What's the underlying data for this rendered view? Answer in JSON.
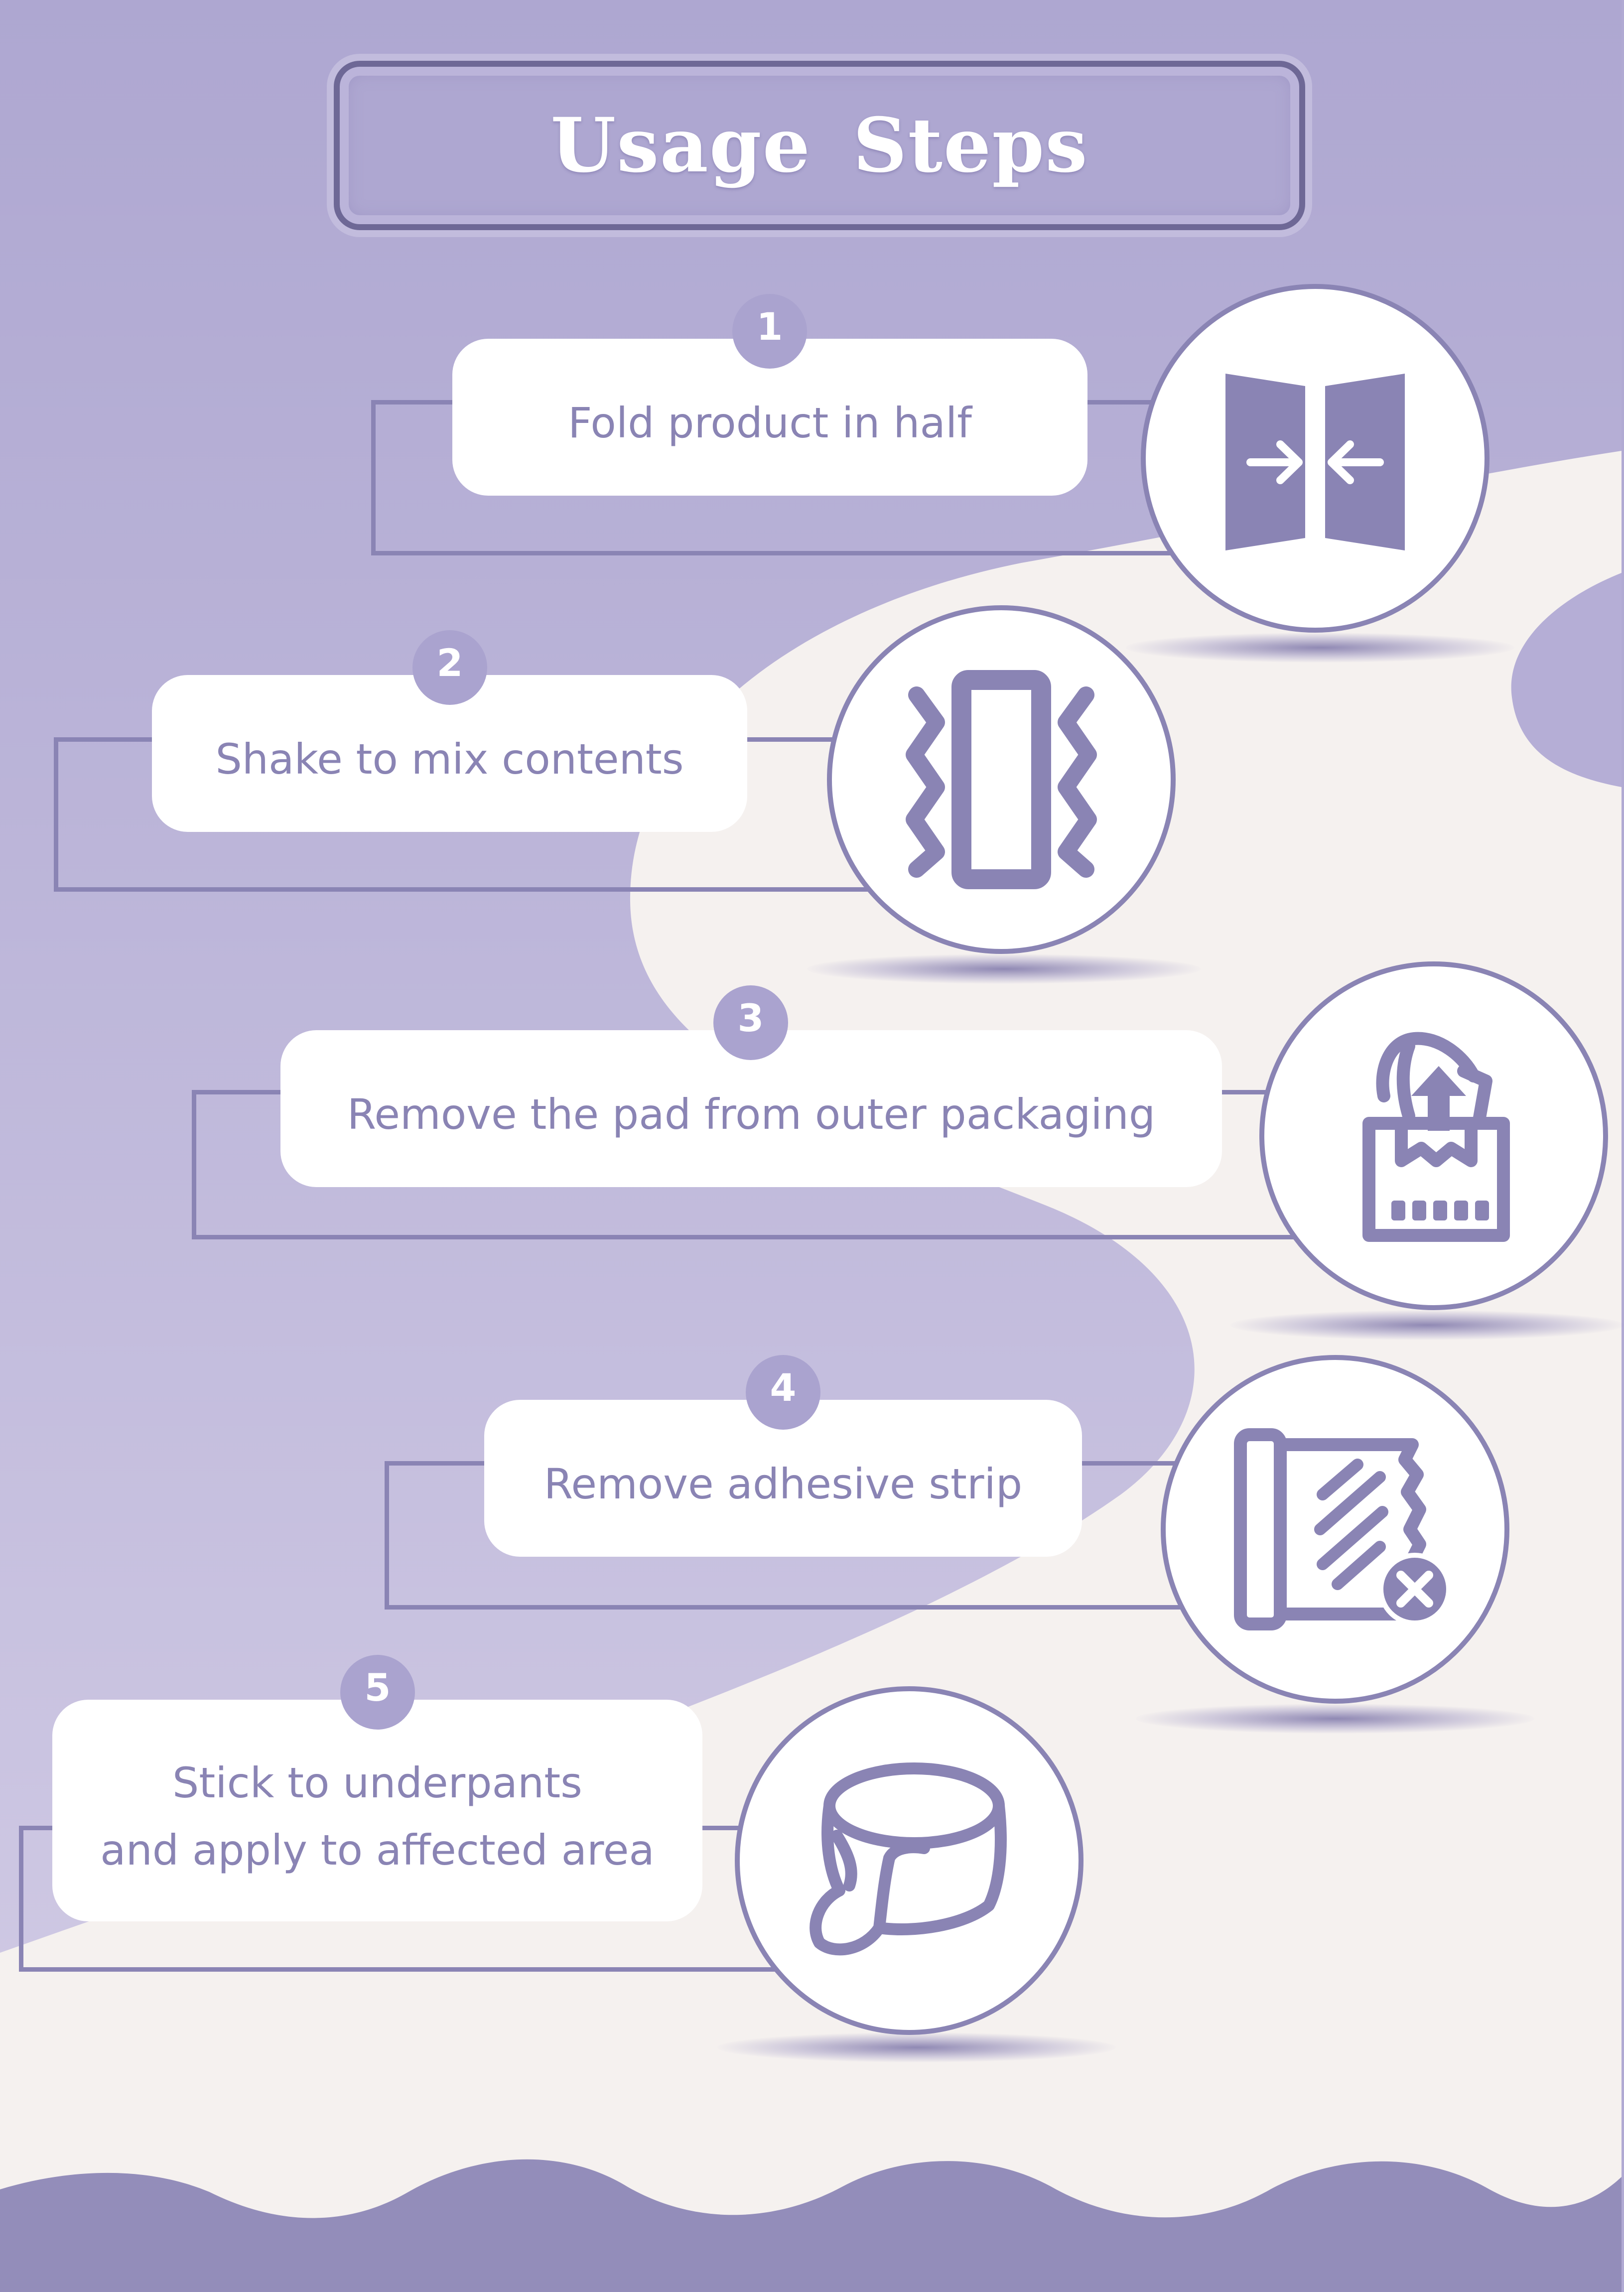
{
  "title": "Usage  Steps",
  "colors": {
    "background_top": "#b1aad3",
    "background_light": "#cfc9e4",
    "cream": "#f5f1ef",
    "accent": "#8a84b4",
    "footer_wave": "#938dba"
  },
  "steps": [
    {
      "number": "1",
      "label": "Fold product in half",
      "icon": "fold-icon"
    },
    {
      "number": "2",
      "label": "Shake to mix contents",
      "icon": "shake-icon"
    },
    {
      "number": "3",
      "label": "Remove the pad from outer packaging",
      "icon": "unpack-icon"
    },
    {
      "number": "4",
      "label": "Remove adhesive strip",
      "icon": "peel-strip-icon"
    },
    {
      "number": "5",
      "label": "Stick to underpants\nand apply to affected area",
      "icon": "underpants-icon"
    }
  ]
}
